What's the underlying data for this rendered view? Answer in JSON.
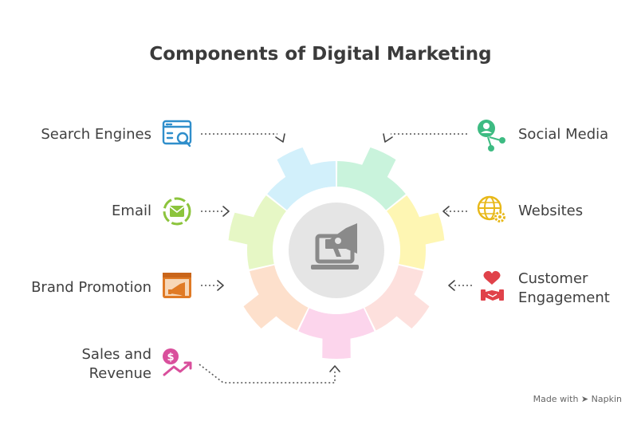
{
  "title": "Components of Digital Marketing",
  "components": {
    "search_engines": "Search Engines",
    "email": "Email",
    "brand_promotion": "Brand Promotion",
    "sales_line1": "Sales and",
    "sales_line2": "Revenue",
    "social_media": "Social Media",
    "websites": "Websites",
    "customer_line1": "Customer",
    "customer_line2": "Engagement"
  },
  "colors": {
    "search_engines": "#2f8ecb",
    "email": "#8cc43c",
    "brand_promotion": "#e07a25",
    "sales_revenue": "#d94f9c",
    "social_media": "#3dbb82",
    "websites": "#e8b818",
    "customer_engagement": "#e0424a",
    "gear_segments": [
      "#d2f0fb",
      "#c9f3dc",
      "#fef6b3",
      "#fde0dd",
      "#fcd5ec",
      "#fde0cc",
      "#e6f7c5"
    ],
    "center_circle": "#e5e5e5",
    "center_icon": "#8a8a8a"
  },
  "credit": {
    "text": "Made with",
    "brand": "Napkin"
  }
}
